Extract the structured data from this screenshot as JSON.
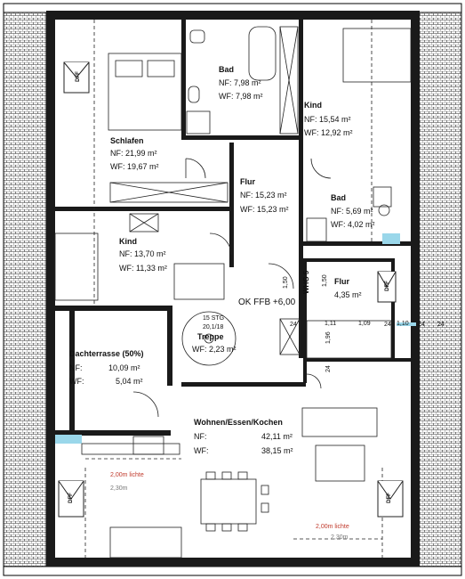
{
  "rooms": {
    "bad_top": {
      "name": "Bad",
      "nf": "NF:  7,98 m²",
      "wf": "WF:  7,98 m²"
    },
    "kind_top": {
      "name": "Kind",
      "nf": "NF:  15,54 m²",
      "wf": "WF:  12,92 m²"
    },
    "schlafen": {
      "name": "Schlafen",
      "nf": "NF:  21,99 m²",
      "wf": "WF:  19,67 m²"
    },
    "flur_main": {
      "name": "Flur",
      "nf": "NF:  15,23 m²",
      "wf": "WF:  15,23 m²"
    },
    "bad_right": {
      "name": "Bad",
      "nf": "NF:  5,69 m²",
      "wf": "WF:  4,02 m²"
    },
    "kind_left": {
      "name": "Kind",
      "nf": "NF:  13,70 m²",
      "wf": "WF:  11,33 m²"
    },
    "flur_small": {
      "name": "Flur",
      "area": "4,35 m²"
    },
    "dachterrasse": {
      "name": "Dachterrasse (50%)",
      "nf_label": "NF:",
      "nf_value": "10,09 m²",
      "wf_label": "WF:",
      "wf_value": "5,04 m²"
    },
    "wohnen": {
      "name": "Wohnen/Essen/Kochen",
      "nf_label": "NF:",
      "nf_value": "42,11 m²",
      "wf_label": "WF:",
      "wf_value": "38,15 m²"
    }
  },
  "stair": {
    "name": "Treppe",
    "steps": "15 STG",
    "ratio": "20,1/18",
    "wf": "WF: 2,23 m²"
  },
  "level": "OK FFB +6,00",
  "whg": "WHG 5",
  "dimensions": {
    "d150a": "1,50",
    "d150b": "1,50",
    "d111": "1,11",
    "d109": "1,09",
    "d110": "1,10",
    "d24a": "24",
    "d24b": "24",
    "d24c": "24",
    "d24d": "24",
    "d196": "1,96",
    "d24e": "24"
  },
  "clearances": {
    "left_red": "2,00m lichte",
    "left_grey": "2,30m",
    "right_red": "2,00m lichte",
    "right_grey": "2,30m"
  },
  "windows": {
    "label": "DFF"
  }
}
